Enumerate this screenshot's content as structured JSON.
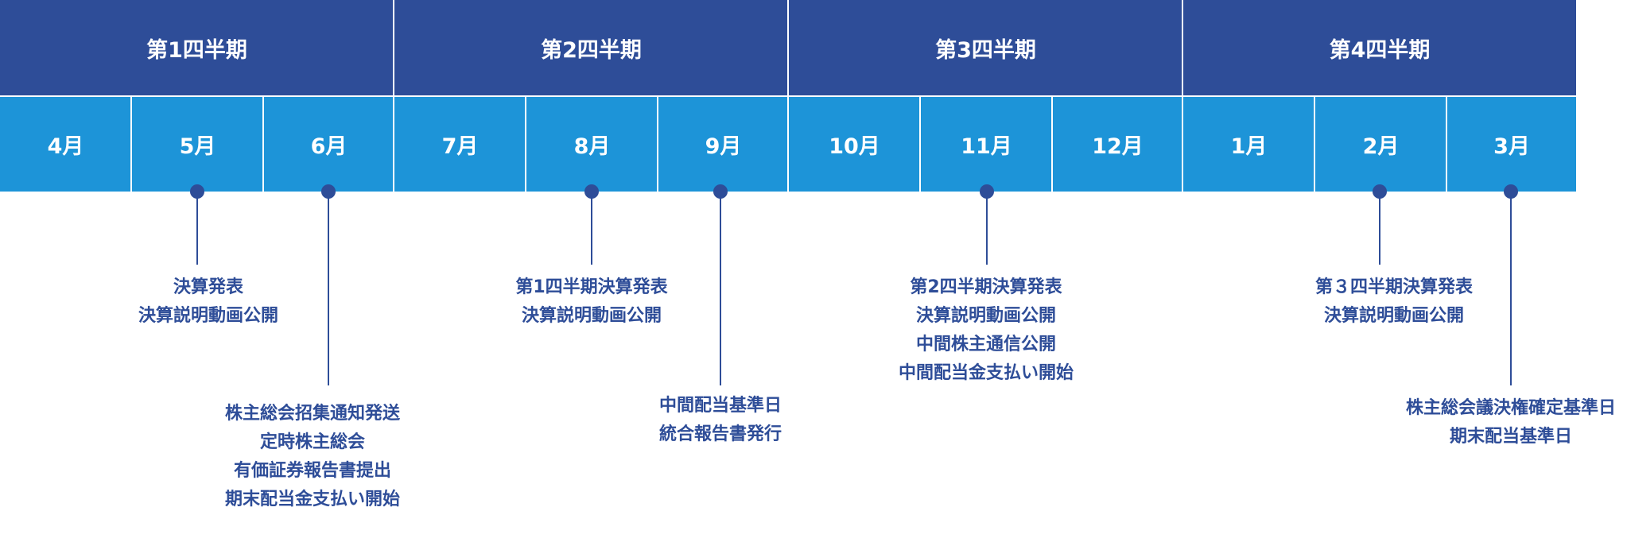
{
  "quarters": [
    {
      "label": "第1四半期"
    },
    {
      "label": "第2四半期"
    },
    {
      "label": "第3四半期"
    },
    {
      "label": "第4四半期"
    }
  ],
  "months": [
    {
      "label": "4月"
    },
    {
      "label": "5月"
    },
    {
      "label": "6月"
    },
    {
      "label": "7月"
    },
    {
      "label": "8月"
    },
    {
      "label": "9月"
    },
    {
      "label": "10月"
    },
    {
      "label": "11月"
    },
    {
      "label": "12月"
    },
    {
      "label": "1月"
    },
    {
      "label": "2月"
    },
    {
      "label": "3月"
    }
  ],
  "events": [
    {
      "month": "5月",
      "lines": [
        "決算発表",
        "決算説明動画公開"
      ]
    },
    {
      "month": "6月",
      "lines": [
        "株主総会招集通知発送",
        "定時株主総会",
        "有価証券報告書提出",
        "期末配当金支払い開始"
      ]
    },
    {
      "month": "8月",
      "lines": [
        "第1四半期決算発表",
        "決算説明動画公開"
      ]
    },
    {
      "month": "9月",
      "lines": [
        "中間配当基準日",
        "統合報告書発行"
      ]
    },
    {
      "month": "11月",
      "lines": [
        "第2四半期決算発表",
        "決算説明動画公開",
        "中間株主通信公開",
        "中間配当金支払い開始"
      ]
    },
    {
      "month": "2月",
      "lines": [
        "第３四半期決算発表",
        "決算説明動画公開"
      ]
    },
    {
      "month": "3月",
      "lines": [
        "株主総会議決権確定基準日",
        "期末配当基準日"
      ]
    }
  ],
  "colors": {
    "quarter_bar": "#2e4d98",
    "month_bar": "#1d94d8",
    "event_text": "#2e4d98",
    "marker": "#2e4d98"
  }
}
